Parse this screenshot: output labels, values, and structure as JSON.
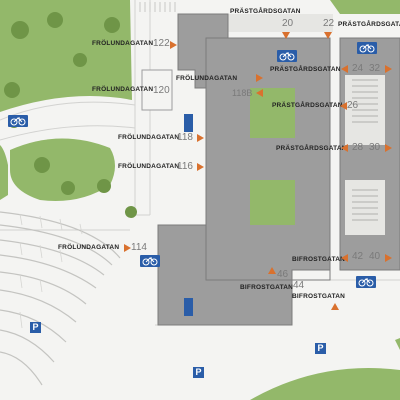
{
  "streets": {
    "frolunda": "FRÖLUNDAGATAN",
    "prastgard": "PRÄSTGÅRDSGATAN",
    "bifrost": "BIFROSTGATAN"
  },
  "house_numbers": {
    "n122": "122",
    "n120": "120",
    "n118b": "118B",
    "n118": "118",
    "n116": "116",
    "n114": "114",
    "n20": "20",
    "n22": "22",
    "n24": "24",
    "n26": "26",
    "n28": "28",
    "n30": "30",
    "n32": "32",
    "n40": "40",
    "n42": "42",
    "n44": "44",
    "n46": "46"
  },
  "parking_symbol": "P",
  "icons": [
    "bicycle-parking-icon",
    "parking-icon",
    "cycle-stand-icon",
    "entrance-arrow-icon",
    "tree-icon"
  ],
  "colors": {
    "building": "#9d9d9d",
    "building_edge": "#7c7c7c",
    "ground": "#f4f4f2",
    "courtyard": "#e6e6e3",
    "grass": "#93b86a",
    "grass_dark": "#7ea257",
    "tree": "#6f9547",
    "road_line": "#cfcfcf",
    "arrow": "#d9712e",
    "parking_blue": "#2a5da8",
    "house_number": "#7a7a7a",
    "street_label": "#222222"
  }
}
